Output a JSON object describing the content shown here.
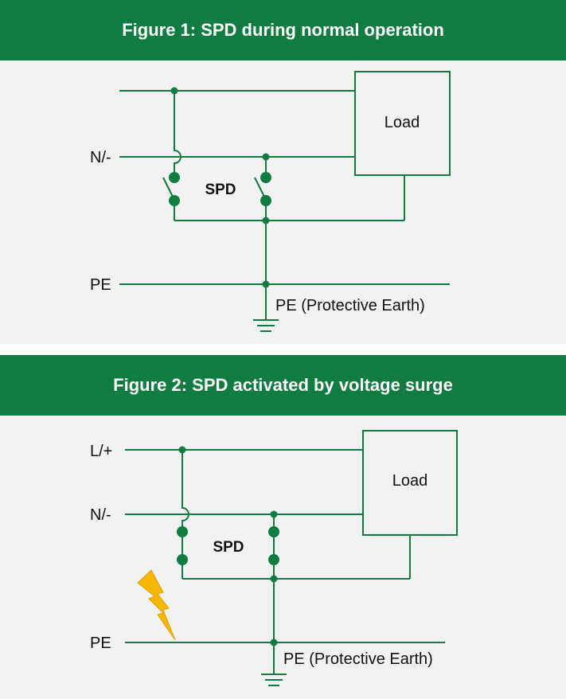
{
  "figure1": {
    "title": "Figure 1: SPD during normal operation",
    "labels": {
      "neutral": "N/-",
      "pe": "PE",
      "load": "Load",
      "spd": "SPD",
      "pe_full": "PE (Protective Earth)"
    }
  },
  "figure2": {
    "title": "Figure 2: SPD activated by voltage surge",
    "labels": {
      "line": "L/+",
      "neutral": "N/-",
      "pe": "PE",
      "load": "Load",
      "spd": "SPD",
      "pe_full": "PE (Protective Earth)"
    }
  },
  "colors": {
    "wire": "#107c41",
    "banner": "#107c41",
    "panel": "#f2f2f2",
    "lightning": "#f5b800"
  }
}
